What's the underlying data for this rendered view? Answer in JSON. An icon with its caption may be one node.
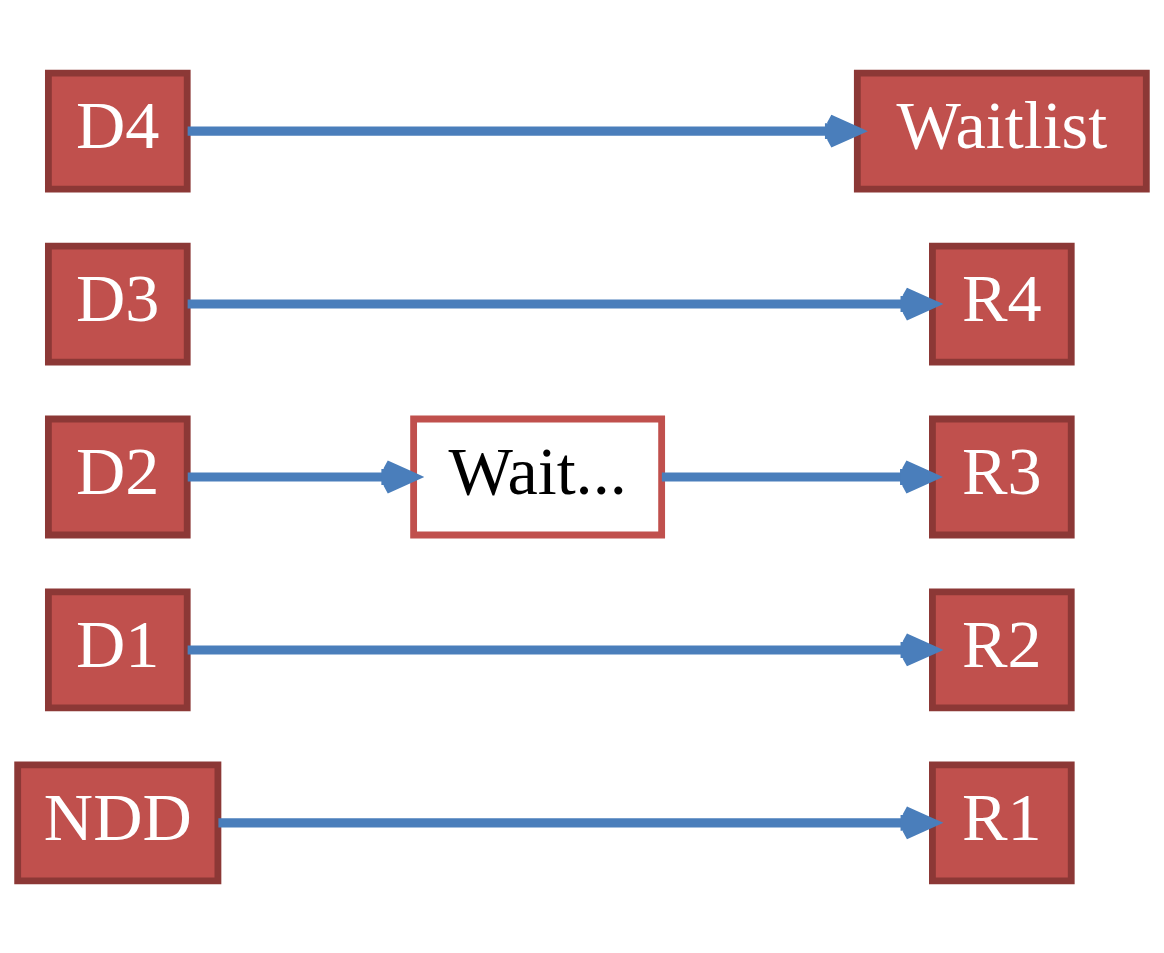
{
  "diagram": {
    "nodes": [
      {
        "text": [
          "NDD"
        ]
      },
      {
        "text": [
          "D1"
        ]
      },
      {
        "text": [
          "R1"
        ]
      },
      {
        "text": [
          "R2"
        ]
      },
      {
        "text": [
          "D2"
        ]
      },
      {
        "text": [
          "Wait..."
        ]
      },
      {
        "text": [
          "R3"
        ]
      },
      {
        "text": [
          "D3"
        ]
      },
      {
        "text": [
          "R4"
        ]
      },
      {
        "text": [
          "D4"
        ]
      },
      {
        "text": [
          "Waitlist"
        ]
      }
    ],
    "edges": [
      {
        "from": 0,
        "to": 2,
        "arrow": "to"
      },
      {
        "from": 1,
        "to": 3,
        "arrow": "to"
      },
      {
        "from": 4,
        "to": 5,
        "arrow": "to"
      },
      {
        "from": 5,
        "to": 6,
        "arrow": "to"
      },
      {
        "from": 7,
        "to": 8,
        "arrow": "to"
      },
      {
        "from": 9,
        "to": 10,
        "arrow": "to"
      }
    ]
  }
}
